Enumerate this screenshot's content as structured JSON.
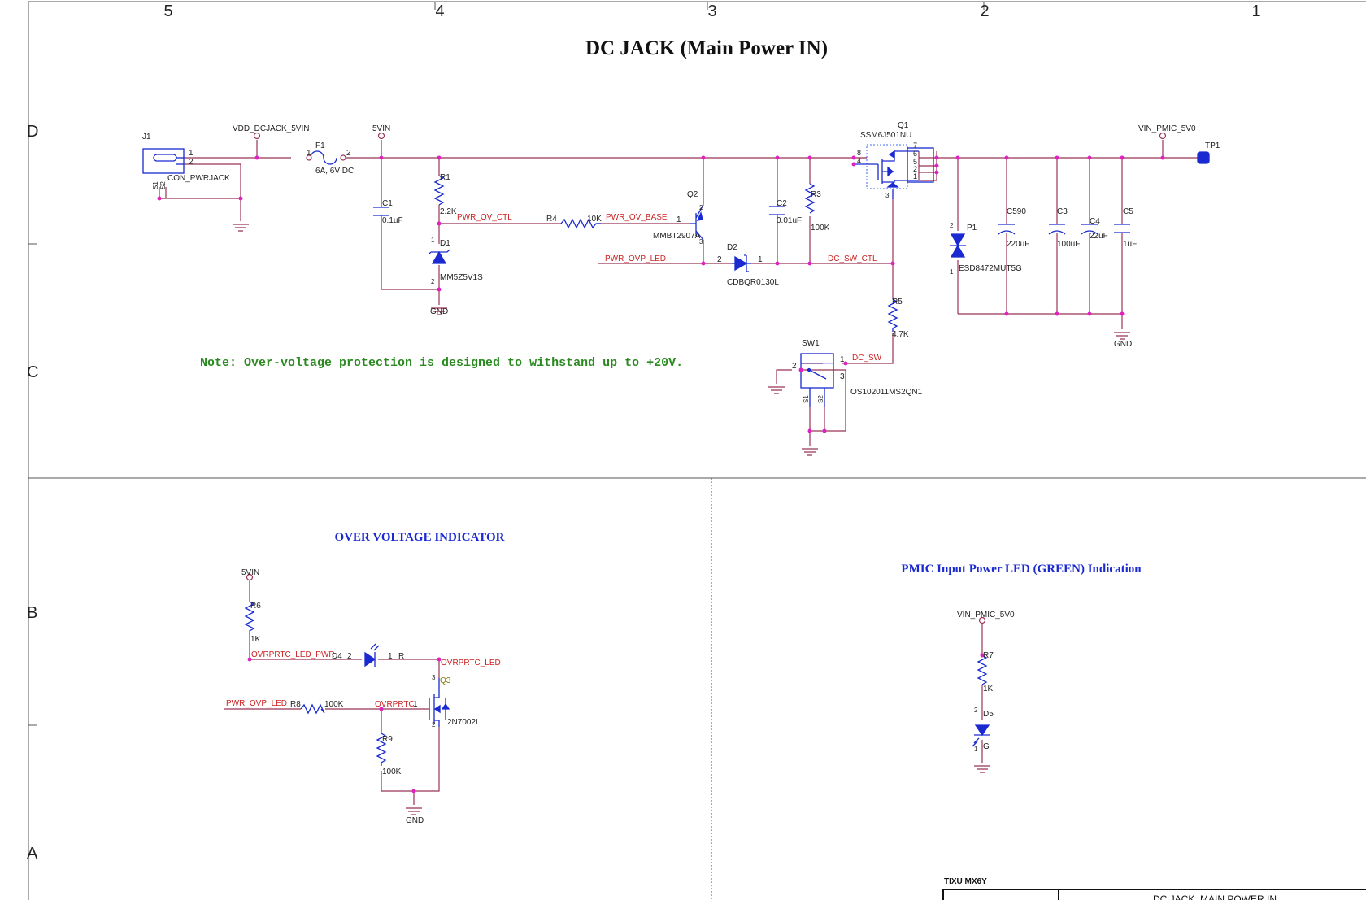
{
  "colors": {
    "wire": "#993355",
    "part": "#1a2ad0",
    "junction": "#e020c0",
    "net": "#cc2222",
    "title": "#1a2ad0",
    "note": "#2a8a20",
    "frame": "#555555",
    "text": "#222222"
  },
  "frame": {
    "columns": [
      "5",
      "4",
      "3",
      "2",
      "1"
    ],
    "rows": [
      "D",
      "C",
      "B",
      "A"
    ]
  },
  "titles": {
    "main": "DC JACK (Main Power IN)",
    "ovp": "OVER VOLTAGE INDICATOR",
    "pmic": "PMIC Input Power LED (GREEN) Indication"
  },
  "note": "Note: Over-voltage protection is designed to withstand up to +20V.",
  "title_block": {
    "project": "TIXU MX6Y",
    "sheet_fragment": "DC JACK, MAIN POWER IN"
  },
  "parts": {
    "J1": {
      "ref": "J1",
      "value": "CON_PWRJACK",
      "pin1": "1",
      "pin2": "2",
      "s1": "S1",
      "s2": "S2"
    },
    "F1": {
      "ref": "F1",
      "value": "6A, 6V DC",
      "pin1": "1",
      "pin2": "2"
    },
    "C1": {
      "ref": "C1",
      "value": "0.1uF"
    },
    "R1": {
      "ref": "R1",
      "value": "2.2K"
    },
    "D1": {
      "ref": "D1",
      "value": "MM5Z5V1S",
      "pin1": "1",
      "pin2": "2"
    },
    "R4": {
      "ref": "R4",
      "value": "10K"
    },
    "Q2": {
      "ref": "Q2",
      "value": "MMBT2907A",
      "pin1": "1",
      "pin2": "2",
      "pin3": "3"
    },
    "D2": {
      "ref": "D2",
      "value": "CDBQR0130L",
      "pin1": "1",
      "pin2": "2"
    },
    "C2": {
      "ref": "C2",
      "value": "0.01uF"
    },
    "R3": {
      "ref": "R3",
      "value": "100K"
    },
    "Q1": {
      "ref": "Q1",
      "value": "SSM6J501NU",
      "pins": [
        "8",
        "4",
        "7",
        "6",
        "5",
        "2",
        "1",
        "3"
      ]
    },
    "R5": {
      "ref": "R5",
      "value": "4.7K"
    },
    "SW1": {
      "ref": "SW1",
      "value": "OS102011MS2QN1",
      "pin1": "1",
      "pin2": "2",
      "pin3": "3",
      "s1": "S1",
      "s2": "S2"
    },
    "P1": {
      "ref": "P1",
      "value": "ESD8472MUT5G",
      "pin1": "1",
      "pin2": "2"
    },
    "C590": {
      "ref": "C590",
      "value": "220uF"
    },
    "C3": {
      "ref": "C3",
      "value": "100uF"
    },
    "C4": {
      "ref": "C4",
      "value": "22uF"
    },
    "C5": {
      "ref": "C5",
      "value": "1uF"
    },
    "TP1": {
      "ref": "TP1"
    },
    "R6": {
      "ref": "R6",
      "value": "1K"
    },
    "D4": {
      "ref": "D4",
      "value": "R",
      "pin1": "1",
      "pin2": "2"
    },
    "Q3": {
      "ref": "Q3",
      "value": "2N7002L",
      "pin1": "1",
      "pin2": "2",
      "pin3": "3"
    },
    "R8": {
      "ref": "R8",
      "value": "100K"
    },
    "R9": {
      "ref": "R9",
      "value": "100K"
    },
    "R7": {
      "ref": "R7",
      "value": "1K"
    },
    "D5": {
      "ref": "D5",
      "value": "G",
      "pin1": "1",
      "pin2": "2"
    }
  },
  "nets": {
    "vdd_dcjack": "VDD_DCJACK_5VIN",
    "vin5": "5VIN",
    "pwr_ov_ctl": "PWR_OV_CTL",
    "pwr_ov_base": "PWR_OV_BASE",
    "pwr_ovp_led": "PWR_OVP_LED",
    "dc_sw_ctl": "DC_SW_CTL",
    "dc_sw": "DC_SW",
    "vin_pmic": "VIN_PMIC_5V0",
    "gnd": "GND",
    "ovrprtc_led_pwr": "OVRPRTC_LED_PWR",
    "ovrprtc_led": "OVRPRTC_LED",
    "ovrprtc": "OVRPRTC"
  }
}
